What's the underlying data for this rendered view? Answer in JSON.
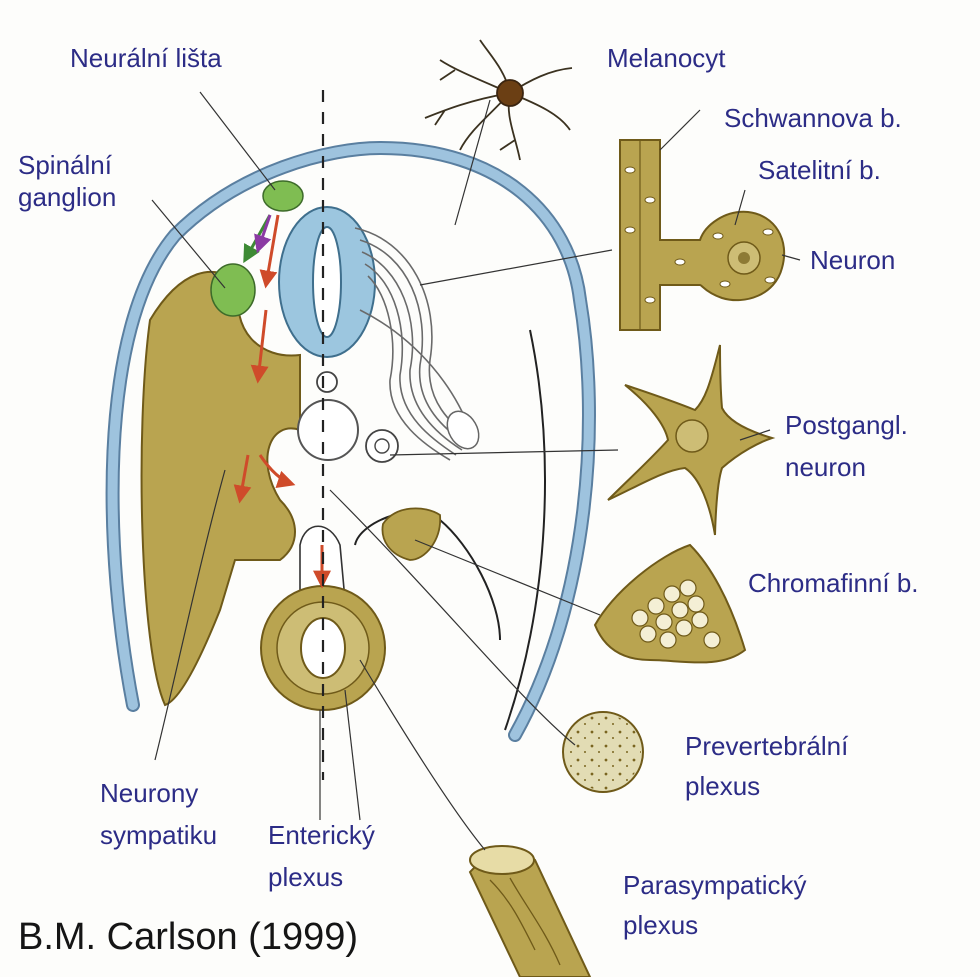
{
  "labels": {
    "neural_crest": "Neurální lišta",
    "melanocyte": "Melanocyt",
    "schwann": "Schwannova b.",
    "spinal_ganglion_1": "Spinální",
    "spinal_ganglion_2": "ganglion",
    "satellite": "Satelitní b.",
    "neuron": "Neuron",
    "postgangl_1": "Postgangl.",
    "postgangl_2": "neuron",
    "chromaffin": "Chromafinní b.",
    "prevertebral_1": "Prevertebrální",
    "prevertebral_2": "plexus",
    "sympathetic_1": "Neurony",
    "sympathetic_2": "sympatiku",
    "enteric_1": "Enterický",
    "enteric_2": "plexus",
    "parasympathetic_1": "Parasympatický",
    "parasympathetic_2": "plexus"
  },
  "credit": "B.M. Carlson (1999)",
  "colors": {
    "tissue": "#b9a450",
    "tissue_dark": "#6f5a19",
    "ectoderm": "#9ec3de",
    "neural_tube": "#9cc6df",
    "ganglion": "#7fbd52",
    "migration_arrow": "#cf4b2a",
    "purple_arrow": "#8b3aa3",
    "green_arrow": "#3d8a34",
    "label_text": "#2c2c86"
  }
}
